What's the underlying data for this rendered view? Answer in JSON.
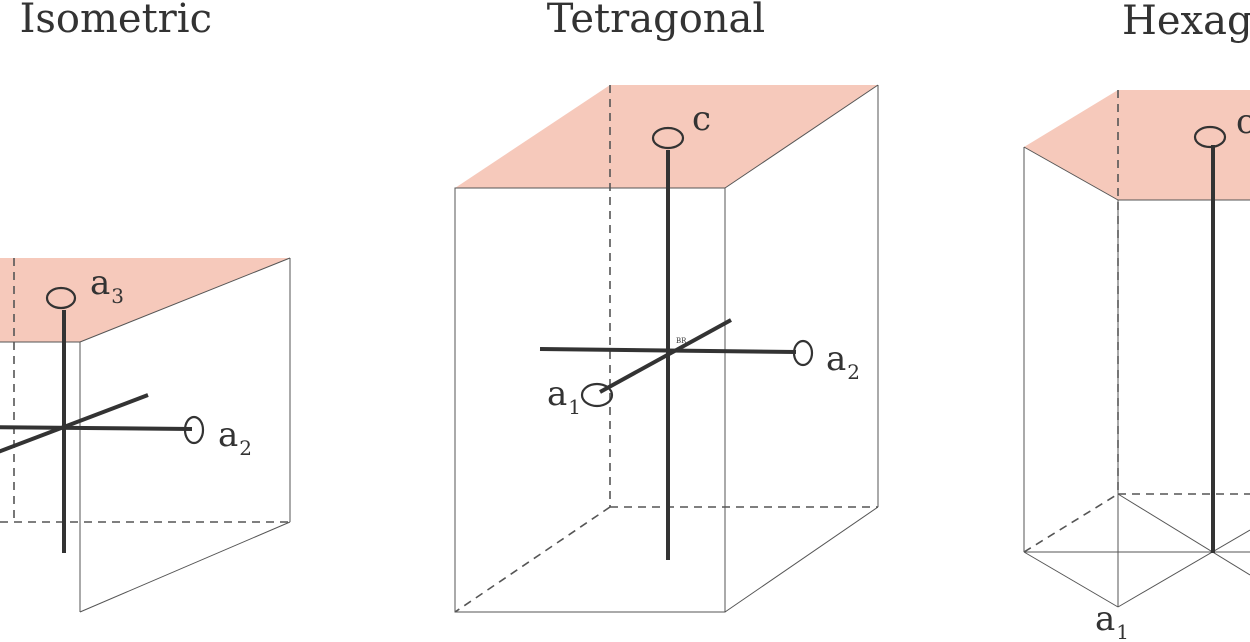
{
  "panels": [
    {
      "title": "Isometric",
      "axis_labels": [
        {
          "base": "a",
          "sub": "3"
        },
        {
          "base": "a",
          "sub": "2"
        }
      ]
    },
    {
      "title": "Tetragonal",
      "axis_labels": [
        {
          "base": "c",
          "sub": ""
        },
        {
          "base": "a",
          "sub": "2"
        },
        {
          "base": "a",
          "sub": "1"
        }
      ],
      "watermark": "BR"
    },
    {
      "title": "Hexagonal",
      "axis_labels": [
        {
          "base": "c",
          "sub": ""
        },
        {
          "base": "a",
          "sub": "1"
        }
      ]
    }
  ],
  "colors": {
    "top_face": "#f6c9bb",
    "axis": "#333333",
    "edge": "#555555",
    "text": "#333333"
  }
}
